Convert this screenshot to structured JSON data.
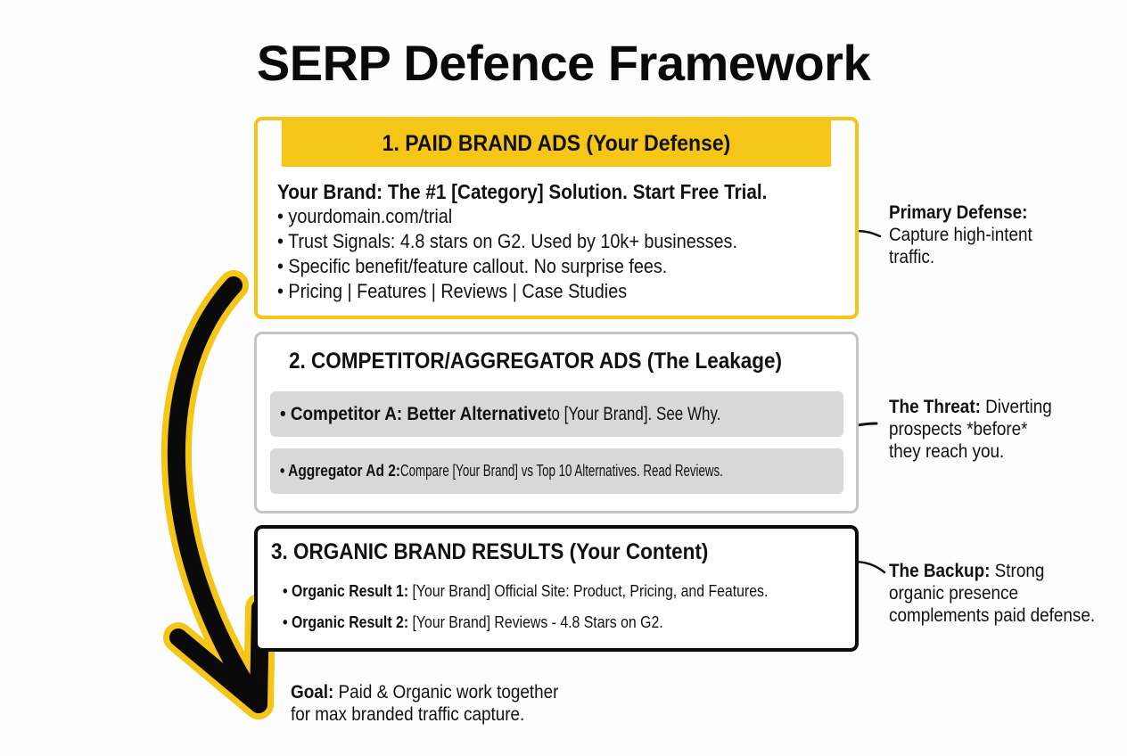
{
  "title": "SERP Defence Framework",
  "colors": {
    "accent_yellow": "#f5c518",
    "leakage_gray": "#c4c4c4",
    "ad_fill_gray": "#d8d8d8",
    "organic_black": "#0a0a0a"
  },
  "sections": {
    "paid": {
      "header": "1. PAID BRAND ADS (Your Defense)",
      "headline": "Your Brand: The #1 [Category] Solution. Start Free Trial.",
      "bullets": [
        "• yourdomain.com/trial",
        "• Trust Signals: 4.8 stars on G2. Used by 10k+ businesses.",
        "• Specific benefit/feature callout. No surprise fees.",
        "• Pricing | Features | Reviews | Case Studies"
      ]
    },
    "competitor": {
      "header": "2. COMPETITOR/AGGREGATOR ADS (The Leakage)",
      "ads": [
        {
          "bold": "• Competitor A: Better Alternative",
          "rest": " to [Your Brand]. See Why."
        },
        {
          "bold": "• Aggregator Ad 2:",
          "rest": " Compare [Your Brand] vs Top 10 Alternatives. Read Reviews."
        }
      ]
    },
    "organic": {
      "header": "3. ORGANIC BRAND RESULTS (Your Content)",
      "results": [
        {
          "bold": "• Organic Result 1:",
          "rest": " [Your Brand] Official Site: Product, Pricing, and Features."
        },
        {
          "bold": "• Organic Result 2:",
          "rest": " [Your Brand] Reviews - 4.8 Stars on G2."
        }
      ]
    }
  },
  "notes": {
    "primary": {
      "bold": "Primary Defense:",
      "lines": [
        "Capture high-intent",
        "traffic."
      ]
    },
    "threat": {
      "bold": "The Threat:",
      "first_rest": " Diverting",
      "lines": [
        "prospects *before*",
        "they reach you."
      ]
    },
    "backup": {
      "bold": "The Backup:",
      "first_rest": " Strong",
      "lines": [
        "organic presence",
        "complements paid defense."
      ]
    }
  },
  "goal": {
    "bold": "Goal:",
    "first_rest": " Paid & Organic work together",
    "line2": "for max branded traffic capture."
  }
}
